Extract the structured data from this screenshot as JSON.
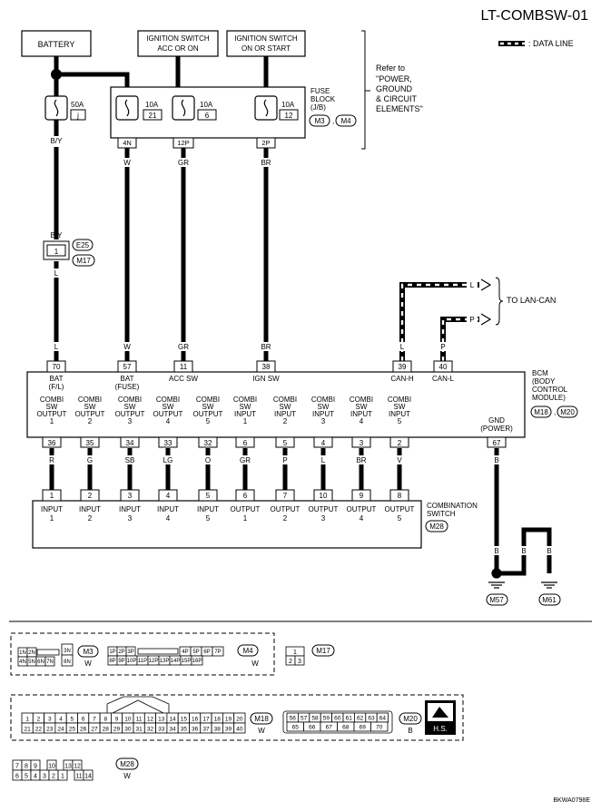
{
  "page": {
    "title": "LT-COMBSW-01",
    "legend_label": ": DATA LINE",
    "figure_code": "BKWA0798E"
  },
  "sources": {
    "battery": "BATTERY",
    "ign_acc_1": "IGNITION SWITCH",
    "ign_acc_2": "ACC OR ON",
    "ign_on_1": "IGNITION SWITCH",
    "ign_on_2": "ON OR START"
  },
  "fuse_block": {
    "label": [
      "FUSE",
      "BLOCK",
      "(J/B)"
    ],
    "connectors": [
      "M3",
      "M4"
    ],
    "refer": [
      "Refer to",
      "\"POWER,",
      "GROUND",
      "& CIRCUIT",
      "ELEMENTS\""
    ],
    "fuses": [
      {
        "amp": "50A",
        "num": "j",
        "pin": "",
        "color": "B/Y"
      },
      {
        "amp": "10A",
        "num": "21",
        "pin": "4N",
        "color": "W"
      },
      {
        "amp": "10A",
        "num": "6",
        "pin": "12P",
        "color": "GR"
      },
      {
        "amp": "10A",
        "num": "12",
        "pin": "2P",
        "color": "BR"
      }
    ]
  },
  "joint": {
    "color_top": "B/Y",
    "pin": "1",
    "color_bottom": "L",
    "connectors": [
      "E25",
      "M17"
    ]
  },
  "can": {
    "lines": [
      {
        "color": "L"
      },
      {
        "color": "P"
      }
    ],
    "label": "TO LAN-CAN"
  },
  "bcm": {
    "label": [
      "BCM",
      "(BODY",
      "CONTROL",
      "MODULE)"
    ],
    "connectors": [
      "M18",
      "M20"
    ],
    "top_pins": [
      {
        "pin": "70",
        "color": "L",
        "label": [
          "BAT",
          "(F/L)"
        ]
      },
      {
        "pin": "57",
        "color": "W",
        "label": [
          "BAT",
          "(FUSE)"
        ]
      },
      {
        "pin": "11",
        "color": "GR",
        "label": [
          "ACC SW"
        ]
      },
      {
        "pin": "38",
        "color": "BR",
        "label": [
          "IGN SW"
        ]
      },
      {
        "pin": "39",
        "color": "L",
        "label": [
          "CAN-H"
        ]
      },
      {
        "pin": "40",
        "color": "P",
        "label": [
          "CAN-L"
        ]
      }
    ],
    "bottom_pins": [
      {
        "pin": "36",
        "color": "R",
        "label": [
          "COMBI",
          "SW",
          "OUTPUT",
          "1"
        ]
      },
      {
        "pin": "35",
        "color": "G",
        "label": [
          "COMBI",
          "SW",
          "OUTPUT",
          "2"
        ]
      },
      {
        "pin": "34",
        "color": "SB",
        "label": [
          "COMBI",
          "SW",
          "OUTPUT",
          "3"
        ]
      },
      {
        "pin": "33",
        "color": "LG",
        "label": [
          "COMBI",
          "SW",
          "OUTPUT",
          "4"
        ]
      },
      {
        "pin": "32",
        "color": "O",
        "label": [
          "COMBI",
          "SW",
          "OUTPUT",
          "5"
        ]
      },
      {
        "pin": "6",
        "color": "GR",
        "label": [
          "COMBI",
          "SW",
          "INPUT",
          "1"
        ]
      },
      {
        "pin": "5",
        "color": "P",
        "label": [
          "COMBI",
          "SW",
          "INPUT",
          "2"
        ]
      },
      {
        "pin": "4",
        "color": "L",
        "label": [
          "COMBI",
          "SW",
          "INPUT",
          "3"
        ]
      },
      {
        "pin": "3",
        "color": "BR",
        "label": [
          "COMBI",
          "SW",
          "INPUT",
          "4"
        ]
      },
      {
        "pin": "2",
        "color": "V",
        "label": [
          "COMBI",
          "SW",
          "INPUT",
          "5"
        ]
      }
    ],
    "gnd": {
      "pin": "67",
      "color": "B",
      "label": [
        "GND",
        "(POWER)"
      ]
    }
  },
  "combination_switch": {
    "label": [
      "COMBINATION",
      "SWITCH"
    ],
    "connector": "M28",
    "pins": [
      {
        "pin": "1",
        "label": [
          "INPUT",
          "1"
        ]
      },
      {
        "pin": "2",
        "label": [
          "INPUT",
          "2"
        ]
      },
      {
        "pin": "3",
        "label": [
          "INPUT",
          "3"
        ]
      },
      {
        "pin": "4",
        "label": [
          "INPUT",
          "4"
        ]
      },
      {
        "pin": "5",
        "label": [
          "INPUT",
          "5"
        ]
      },
      {
        "pin": "6",
        "label": [
          "OUTPUT",
          "1"
        ]
      },
      {
        "pin": "7",
        "label": [
          "OUTPUT",
          "2"
        ]
      },
      {
        "pin": "10",
        "label": [
          "OUTPUT",
          "3"
        ]
      },
      {
        "pin": "9",
        "label": [
          "OUTPUT",
          "4"
        ]
      },
      {
        "pin": "8",
        "label": [
          "OUTPUT",
          "5"
        ]
      }
    ]
  },
  "ground": {
    "colors": [
      "B",
      "B",
      "B"
    ],
    "points": [
      "M57",
      "M61"
    ]
  },
  "connector_views": {
    "m3": {
      "id": "M3",
      "color": "W",
      "row1": [
        "1N",
        "2N"
      ],
      "row2": [
        "4N",
        "5N",
        "6N",
        "7N"
      ],
      "side": [
        "3N",
        "8N"
      ]
    },
    "m4": {
      "id": "M4",
      "color": "W",
      "row1": [
        "1P",
        "2P",
        "3P",
        "4P",
        "5P",
        "6P",
        "7P"
      ],
      "row2": [
        "8P",
        "9P",
        "10P",
        "11P",
        "12P",
        "13P",
        "14P",
        "15P",
        "16P"
      ]
    },
    "m17": {
      "id": "M17",
      "row1": [
        "1"
      ],
      "row2": [
        "2",
        "3"
      ]
    },
    "m18": {
      "id": "M18",
      "color": "W",
      "row1": [
        "1",
        "2",
        "3",
        "4",
        "5",
        "6",
        "7",
        "8",
        "9",
        "10",
        "11",
        "12",
        "13",
        "14",
        "15",
        "16",
        "17",
        "18",
        "19",
        "20"
      ],
      "row2": [
        "21",
        "22",
        "23",
        "24",
        "25",
        "26",
        "27",
        "28",
        "29",
        "30",
        "31",
        "32",
        "33",
        "34",
        "35",
        "36",
        "37",
        "38",
        "39",
        "40"
      ]
    },
    "m20": {
      "id": "M20",
      "color": "B",
      "row1": [
        "56",
        "57",
        "58",
        "59",
        "60",
        "61",
        "62",
        "63",
        "64"
      ],
      "row2": [
        "65",
        "66",
        "67",
        "68",
        "69",
        "70"
      ]
    },
    "m28": {
      "id": "M28",
      "color": "W",
      "row1": [
        "7",
        "8",
        "9",
        "10",
        "13",
        "12"
      ],
      "row2": [
        "6",
        "5",
        "4",
        "3",
        "2",
        "1",
        "11",
        "14"
      ]
    },
    "hs": "H.S."
  }
}
